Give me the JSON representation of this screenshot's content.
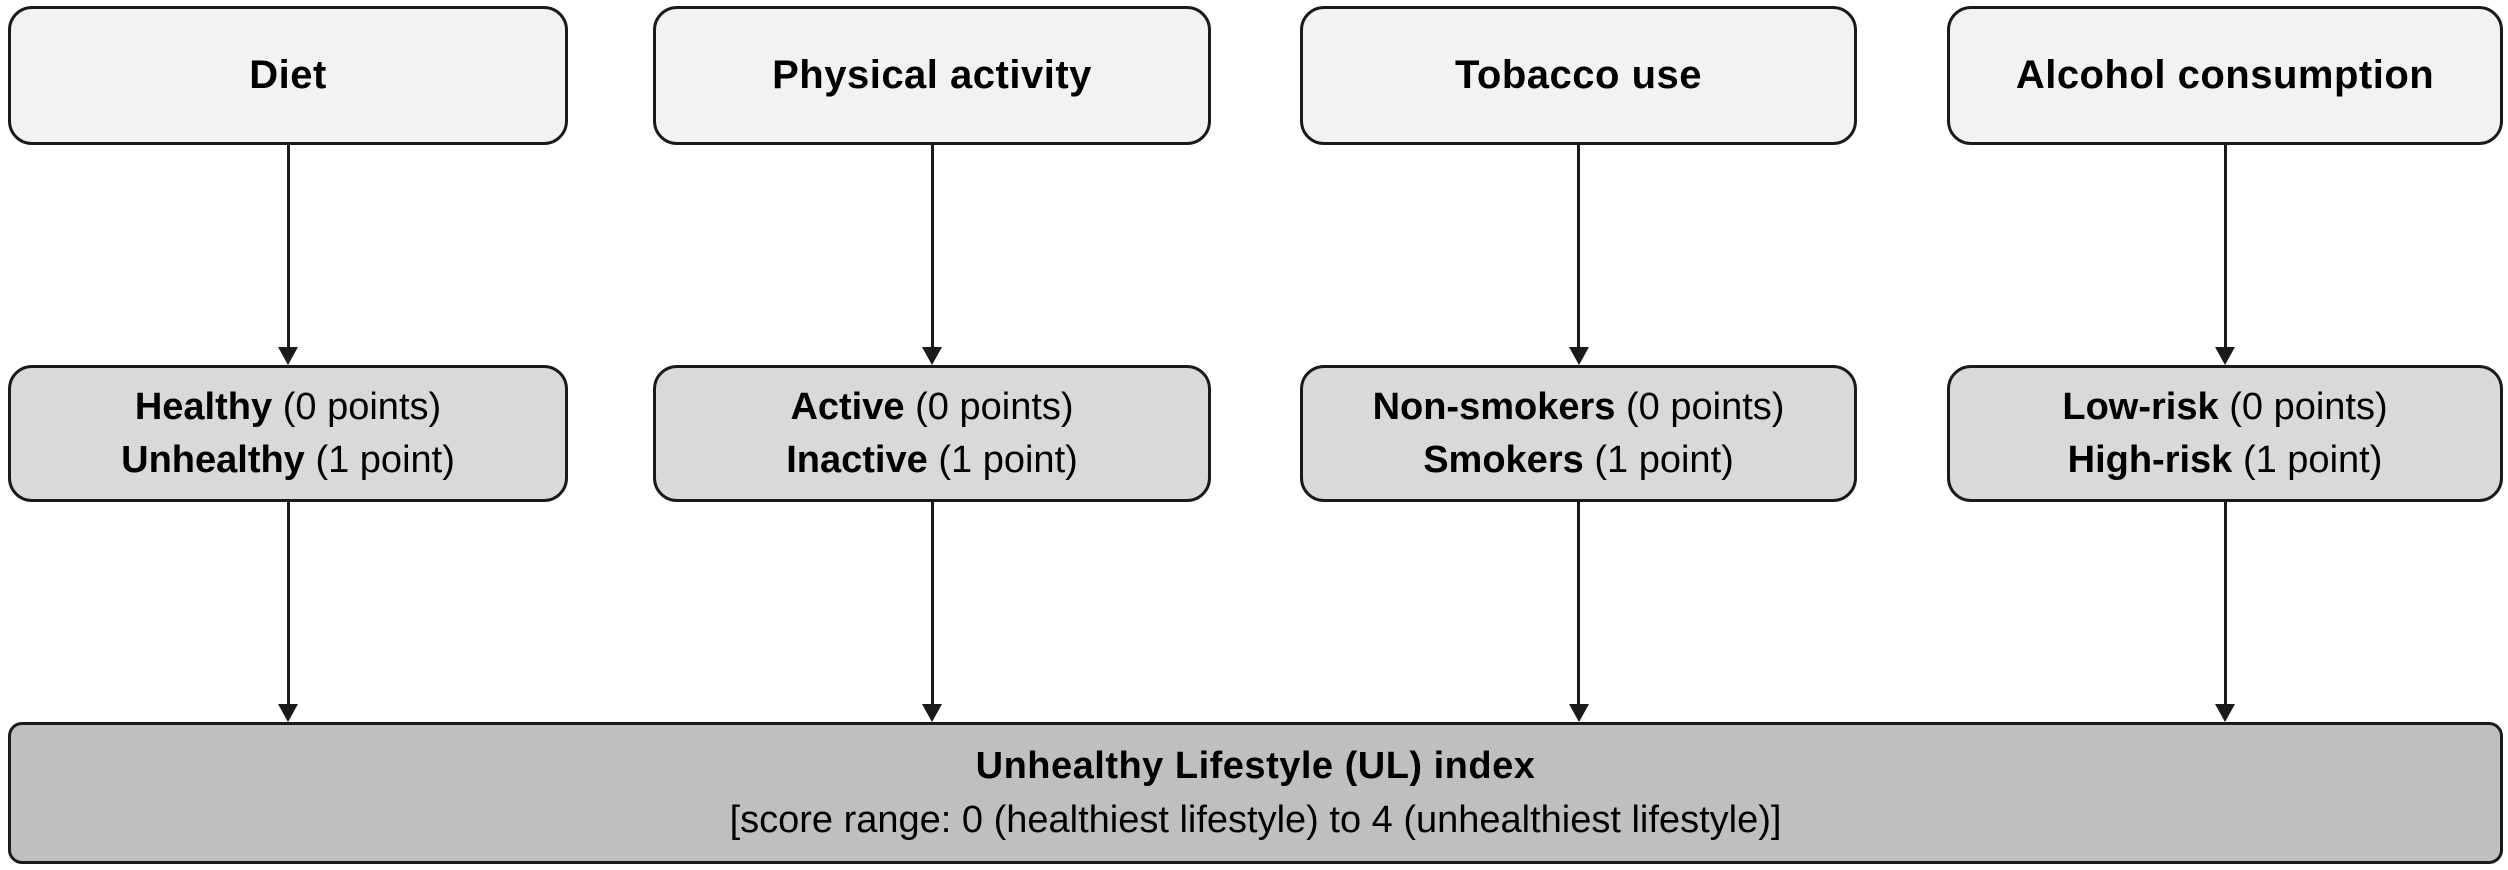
{
  "diagram": {
    "columns": [
      {
        "factor": "Diet",
        "categories": [
          {
            "label": "Healthy",
            "points": "(0 points)"
          },
          {
            "label": "Unhealthy",
            "points": "(1 point)"
          }
        ]
      },
      {
        "factor": "Physical activity",
        "categories": [
          {
            "label": "Active",
            "points": "(0 points)"
          },
          {
            "label": "Inactive",
            "points": "(1 point)"
          }
        ]
      },
      {
        "factor": "Tobacco use",
        "categories": [
          {
            "label": "Non-smokers",
            "points": "(0 points)"
          },
          {
            "label": "Smokers",
            "points": "(1 point)"
          }
        ]
      },
      {
        "factor": "Alcohol consumption",
        "categories": [
          {
            "label": "Low-risk",
            "points": "(0 points)"
          },
          {
            "label": "High-risk",
            "points": "(1 point)"
          }
        ]
      }
    ],
    "result": {
      "title": "Unhealthy Lifestyle (UL) index",
      "subtitle": "[score range: 0 (healthiest lifestyle) to 4 (unhealthiest lifestyle)]"
    },
    "colors": {
      "factor_box_bg": "#f2f2f2",
      "category_box_bg": "#d9d9d9",
      "result_box_bg": "#bfbfbf",
      "border": "#1a1a1a"
    }
  }
}
